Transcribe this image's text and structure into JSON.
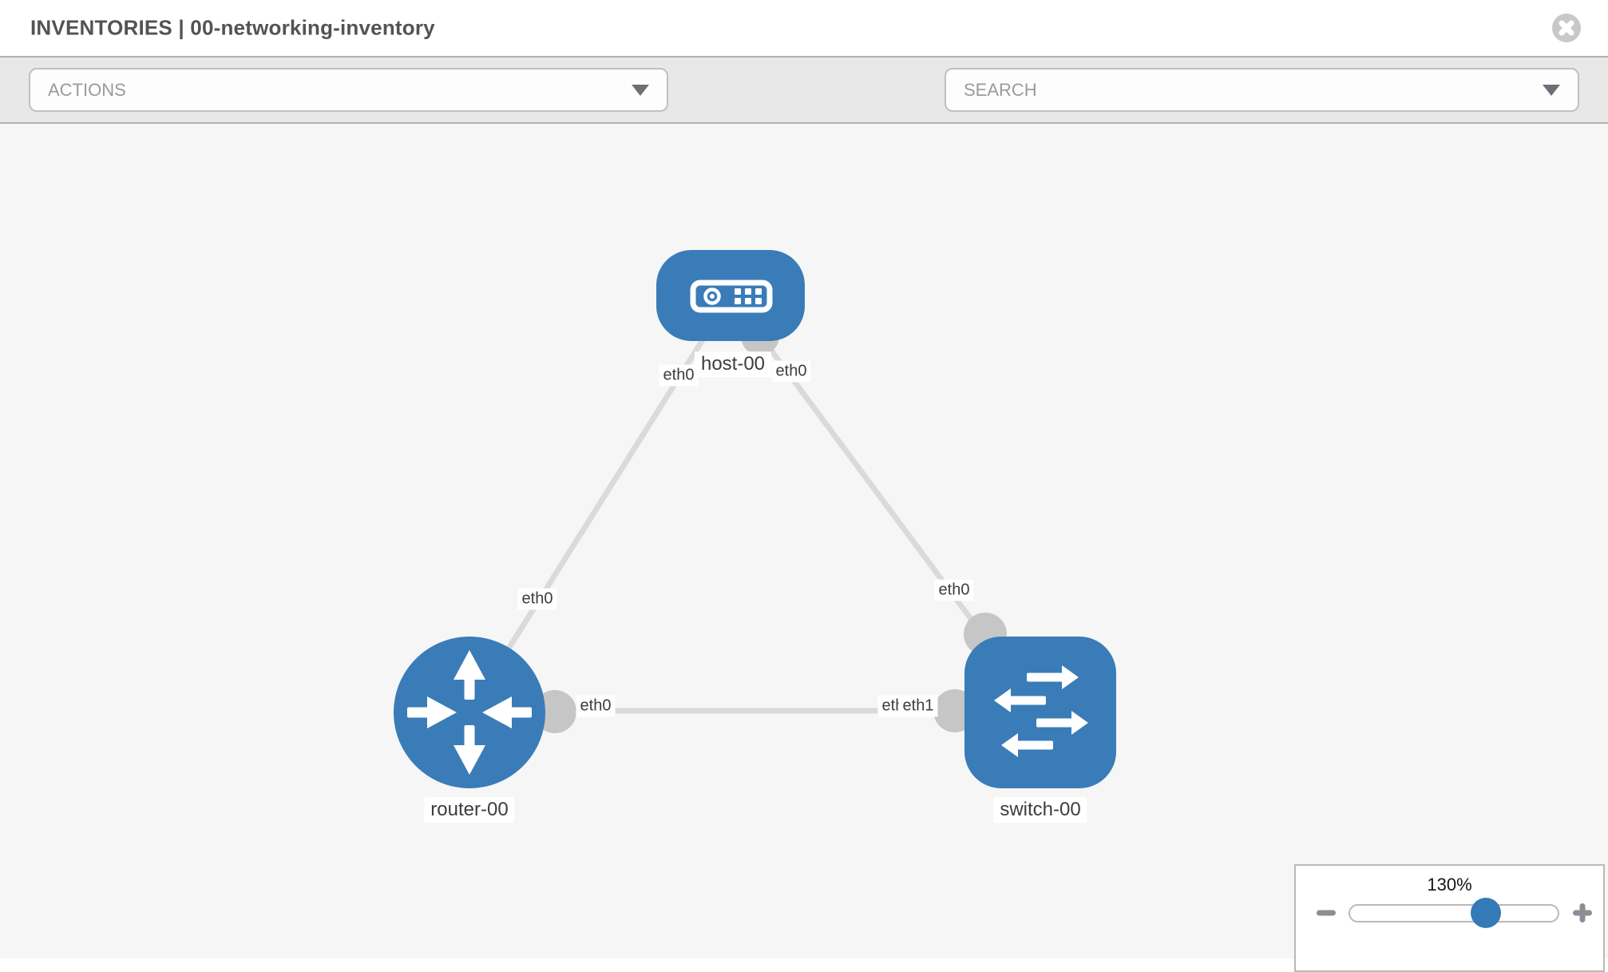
{
  "header": {
    "title": "INVENTORIES | 00-networking-inventory"
  },
  "toolbar": {
    "actions_label": "ACTIONS",
    "search_label": "SEARCH"
  },
  "icons": {
    "close": "x-circle",
    "actions_caret": "chevron-down",
    "search_caret": "chevron-down",
    "tools": [
      "wrench",
      "key"
    ],
    "zoom_out": "minus",
    "zoom_in": "plus"
  },
  "topology": {
    "nodes": {
      "host": {
        "label": "host-00",
        "type": "host"
      },
      "router": {
        "label": "router-00",
        "type": "router"
      },
      "switch": {
        "label": "switch-00",
        "type": "switch"
      }
    },
    "links": [
      {
        "from": "host-00",
        "from_if": "eth0",
        "to": "router-00",
        "to_if": "eth0"
      },
      {
        "from": "host-00",
        "from_if": "eth0",
        "to": "switch-00",
        "to_if": "eth0"
      },
      {
        "from": "router-00",
        "from_if": "eth0",
        "to": "switch-00",
        "to_if": "eth1"
      }
    ],
    "interface_labels": {
      "host_to_router": "eth0",
      "host_to_switch": "eth0",
      "router_to_host": "eth0",
      "switch_to_host": "eth0",
      "router_to_switch": "eth0",
      "switch_to_router_back": "eth1",
      "switch_to_router_front": "eth1"
    }
  },
  "zoom_control": {
    "level": "130%"
  },
  "colors": {
    "node_blue": "#3a7cb8",
    "thumb_blue": "#337ab7",
    "link_gray": "#dadada",
    "connector_gray": "#c6c6c6",
    "toolbar_bg": "#e8e8e8",
    "canvas_bg": "#f6f6f6"
  }
}
